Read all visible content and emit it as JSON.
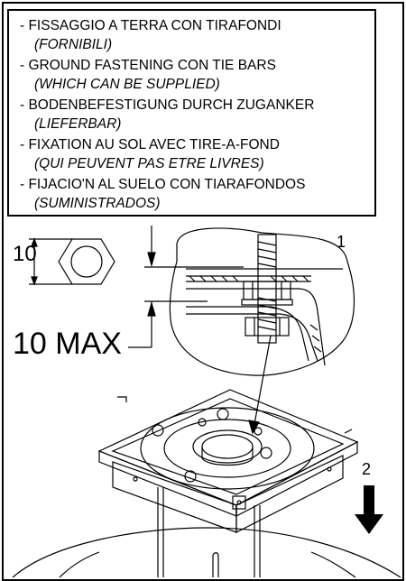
{
  "instructions": [
    {
      "text": "- FISSAGGIO A TERRA CON TIRAFONDI",
      "italic": false
    },
    {
      "text": "(FORNIBILI)",
      "italic": true
    },
    {
      "text": "- GROUND FASTENING CON TIE BARS",
      "italic": false
    },
    {
      "text": "(WHICH CAN BE SUPPLIED)",
      "italic": true
    },
    {
      "text": "- BODENBEFESTIGUNG DURCH ZUGANKER",
      "italic": false
    },
    {
      "text": "(LIEFERBAR)",
      "italic": true
    },
    {
      "text": "- FIXATION AU SOL AVEC TIRE-A-FOND",
      "italic": false
    },
    {
      "text": "(QUI PEUVENT PAS ETRE LIVRES)",
      "italic": true
    },
    {
      "text": "- FIJACIO'N AL SUELO CON TIARAFONDOS",
      "italic": false
    },
    {
      "text": "(SUMINISTRADOS)",
      "italic": true
    }
  ],
  "labels": {
    "nut_size": "10",
    "max_height": "10 MAX",
    "step_1": "1",
    "step_2": "2"
  }
}
